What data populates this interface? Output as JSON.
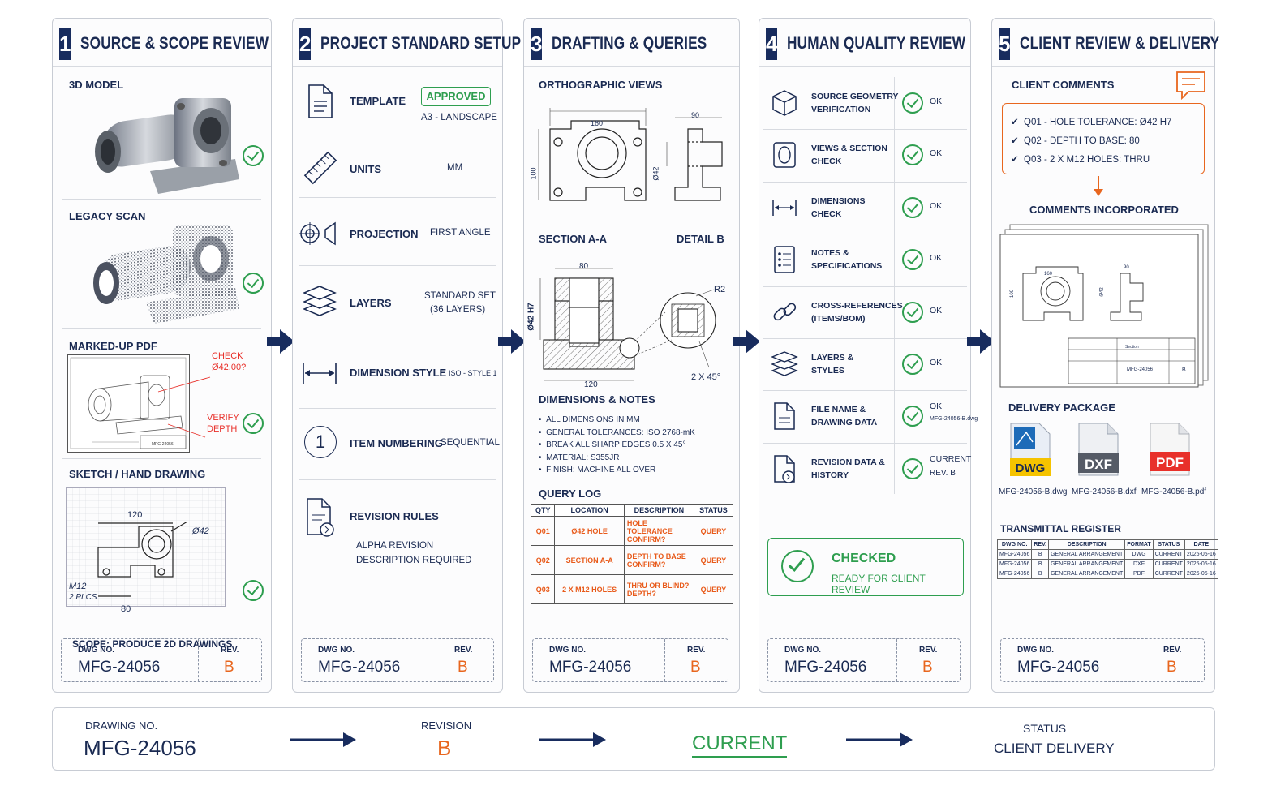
{
  "panels": [
    {
      "num": "1",
      "title": "SOURCE & SCOPE REVIEW"
    },
    {
      "num": "2",
      "title": "PROJECT STANDARD SETUP"
    },
    {
      "num": "3",
      "title": "DRAFTING & QUERIES"
    },
    {
      "num": "4",
      "title": "HUMAN QUALITY REVIEW"
    },
    {
      "num": "5",
      "title": "CLIENT REVIEW & DELIVERY"
    }
  ],
  "p1": {
    "model": "3D MODEL",
    "scan": "LEGACY SCAN",
    "pdf": "MARKED-UP PDF",
    "check_note": "CHECK",
    "check_val": "Ø42.00?",
    "verify": "VERIFY",
    "depth": "DEPTH",
    "pdf_dwg": "MFG-24056",
    "sketch": "SKETCH / HAND DRAWING",
    "sk_120": "120",
    "sk_42": "Ø42",
    "sk_m12": "M12",
    "sk_plcs": "2 PLCS",
    "sk_80": "80",
    "scope": "SCOPE: PRODUCE 2D DRAWINGS"
  },
  "p2": {
    "template": "TEMPLATE",
    "approved": "APPROVED",
    "a3": "A3 - LANDSCAPE",
    "units": "UNITS",
    "mm": "MM",
    "projection": "PROJECTION",
    "first_angle": "FIRST ANGLE",
    "layers": "LAYERS",
    "std_set": "STANDARD SET",
    "layers_n": "(36 LAYERS)",
    "dimstyle": "DIMENSION STYLE",
    "iso": "ISO - STYLE 1",
    "itemnum": "ITEM NUMBERING",
    "sequential": "SEQUENTIAL",
    "revrules": "REVISION RULES",
    "alpha": "ALPHA REVISION",
    "desc_req": "DESCRIPTION REQUIRED",
    "item_icon": "1"
  },
  "p3": {
    "ortho": "ORTHOGRAPHIC VIEWS",
    "d160": "160",
    "d90": "90",
    "d100": "100",
    "d42": "Ø42",
    "section": "SECTION A-A",
    "detail": "DETAIL B",
    "s80": "80",
    "sh7": "Ø42 H7",
    "s120": "120",
    "r2": "R2",
    "chamfer": "2 X 45°",
    "dimnotes": "DIMENSIONS & NOTES",
    "notes": [
      "ALL DIMENSIONS IN MM",
      "GENERAL TOLERANCES: ISO 2768-mK",
      "BREAK ALL SHARP EDGES 0.5 X 45°",
      "MATERIAL: S355JR",
      "FINISH: MACHINE ALL OVER"
    ],
    "querylog": "QUERY LOG",
    "q_headers": [
      "QTY",
      "LOCATION",
      "DESCRIPTION",
      "STATUS"
    ],
    "q_rows": [
      [
        "Q01",
        "Ø42 HOLE",
        "HOLE TOLERANCE CONFIRM?",
        "QUERY"
      ],
      [
        "Q02",
        "SECTION A-A",
        "DEPTH TO BASE CONFIRM?",
        "QUERY"
      ],
      [
        "Q03",
        "2 X M12 HOLES",
        "THRU OR BLIND? DEPTH?",
        "QUERY"
      ]
    ]
  },
  "p4": {
    "rows": [
      {
        "l1": "SOURCE GEOMETRY",
        "l2": "VERIFICATION",
        "s1": "OK",
        "s2": ""
      },
      {
        "l1": "VIEWS & SECTION",
        "l2": "CHECK",
        "s1": "OK",
        "s2": ""
      },
      {
        "l1": "DIMENSIONS",
        "l2": "CHECK",
        "s1": "OK",
        "s2": ""
      },
      {
        "l1": "NOTES &",
        "l2": "SPECIFICATIONS",
        "s1": "OK",
        "s2": ""
      },
      {
        "l1": "CROSS-REFERENCES",
        "l2": "(ITEMS/BOM)",
        "s1": "OK",
        "s2": ""
      },
      {
        "l1": "LAYERS &",
        "l2": "STYLES",
        "s1": "OK",
        "s2": ""
      },
      {
        "l1": "FILE NAME &",
        "l2": "DRAWING DATA",
        "s1": "OK",
        "s2": "MFG-24056-B.dwg"
      },
      {
        "l1": "REVISION DATA &",
        "l2": "HISTORY",
        "s1": "CURRENT",
        "s2": "REV. B"
      }
    ],
    "checked": "CHECKED",
    "ready": "READY FOR CLIENT REVIEW"
  },
  "p5": {
    "comments": "CLIENT COMMENTS",
    "c_items": [
      "Q01 - HOLE TOLERANCE: Ø42 H7",
      "Q02 - DEPTH TO BASE: 80",
      "Q03 - 2 X M12 HOLES: THRU"
    ],
    "incorporated": "COMMENTS INCORPORATED",
    "d160": "160",
    "d90": "90",
    "d100": "100",
    "d42": "Ø42",
    "tb_title": "Section",
    "tb_dwg": "MFG-24056",
    "tb_rev": "B",
    "delivery": "DELIVERY PACKAGE",
    "files": [
      {
        "badge": "DWG",
        "name": "MFG-24056-B.dwg"
      },
      {
        "badge": "DXF",
        "name": "MFG-24056-B.dxf"
      },
      {
        "badge": "PDF",
        "name": "MFG-24056-B.pdf"
      }
    ],
    "transmittal": "TRANSMITTAL REGISTER",
    "t_headers": [
      "DWG NO.",
      "REV.",
      "DESCRIPTION",
      "FORMAT",
      "STATUS",
      "DATE"
    ],
    "t_rows": [
      [
        "MFG-24056",
        "B",
        "GENERAL ARRANGEMENT",
        "DWG",
        "CURRENT",
        "2025-05-16"
      ],
      [
        "MFG-24056",
        "B",
        "GENERAL ARRANGEMENT",
        "DXF",
        "CURRENT",
        "2025-05-16"
      ],
      [
        "MFG-24056",
        "B",
        "GENERAL ARRANGEMENT",
        "PDF",
        "CURRENT",
        "2025-05-16"
      ]
    ]
  },
  "dwg": {
    "label": "DWG NO.",
    "value": "MFG-24056",
    "rev_label": "REV.",
    "rev_value": "B"
  },
  "footer": {
    "drawing_label": "DRAWING NO.",
    "drawing_value": "MFG-24056",
    "revision_label": "REVISION",
    "revision_value": "B",
    "current": "CURRENT",
    "status_label": "STATUS",
    "status_value": "CLIENT DELIVERY"
  },
  "colors": {
    "navy": "#182c5e",
    "orange": "#e8661e",
    "green": "#2e9e4f",
    "pdf_red": "#e8302a",
    "dwg_yellow": "#f5c300",
    "dxf_gray": "#555b66"
  }
}
